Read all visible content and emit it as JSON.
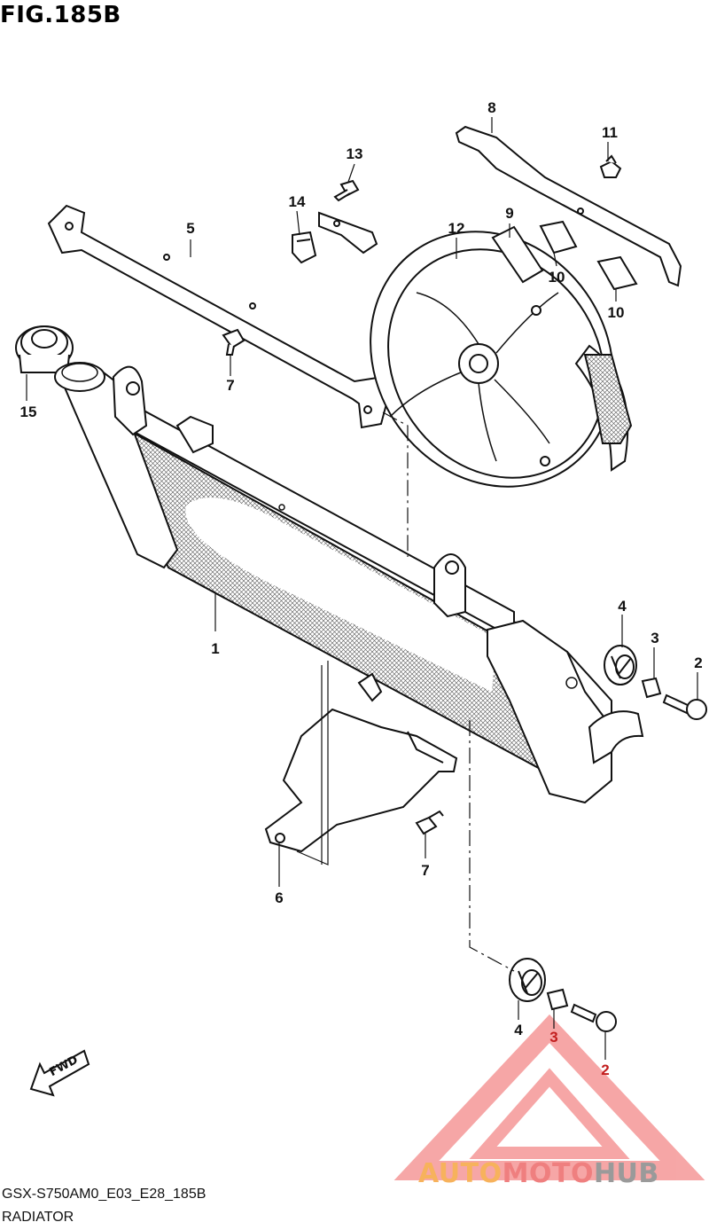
{
  "figure": {
    "title": "FIG.185B",
    "caption_code": "GSX-S750AM0_E03_E28_185B",
    "caption_name": "RADIATOR"
  },
  "callouts": [
    {
      "id": "c1",
      "label": "1",
      "color": "#111111"
    },
    {
      "id": "c2a",
      "label": "2",
      "color": "#111111"
    },
    {
      "id": "c2b",
      "label": "2",
      "color": "#c21e1e"
    },
    {
      "id": "c3a",
      "label": "3",
      "color": "#111111"
    },
    {
      "id": "c3b",
      "label": "3",
      "color": "#c21e1e"
    },
    {
      "id": "c4a",
      "label": "4",
      "color": "#111111"
    },
    {
      "id": "c4b",
      "label": "4",
      "color": "#111111"
    },
    {
      "id": "c5",
      "label": "5",
      "color": "#111111"
    },
    {
      "id": "c6",
      "label": "6",
      "color": "#111111"
    },
    {
      "id": "c7a",
      "label": "7",
      "color": "#111111"
    },
    {
      "id": "c7b",
      "label": "7",
      "color": "#111111"
    },
    {
      "id": "c8",
      "label": "8",
      "color": "#111111"
    },
    {
      "id": "c9",
      "label": "9",
      "color": "#111111"
    },
    {
      "id": "c10a",
      "label": "10",
      "color": "#111111"
    },
    {
      "id": "c10b",
      "label": "10",
      "color": "#111111"
    },
    {
      "id": "c11",
      "label": "11",
      "color": "#111111"
    },
    {
      "id": "c12",
      "label": "12",
      "color": "#111111"
    },
    {
      "id": "c13",
      "label": "13",
      "color": "#111111"
    },
    {
      "id": "c14",
      "label": "14",
      "color": "#111111"
    },
    {
      "id": "c15",
      "label": "15",
      "color": "#111111"
    }
  ],
  "direction_arrow": {
    "label": "FWD"
  },
  "watermark": {
    "part1": "AUTO",
    "part2": "MOTO",
    "part3": "HUB",
    "colors": {
      "auto": "#f7b25c",
      "moto": "#ef7f7f",
      "hub": "#9a9a9a"
    }
  }
}
